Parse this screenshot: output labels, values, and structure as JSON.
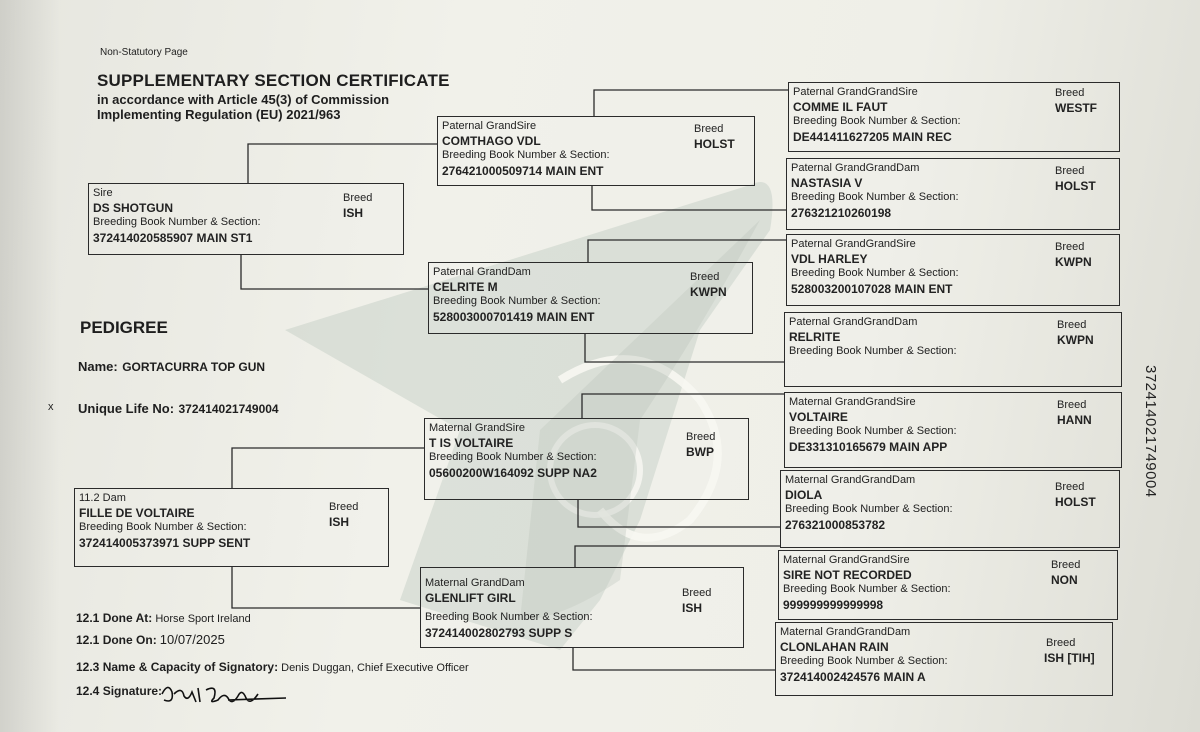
{
  "header": {
    "non_statutory": "Non-Statutory Page",
    "title": "SUPPLEMENTARY SECTION CERTIFICATE",
    "subtitle_line1": "in accordance with Article 45(3) of Commission",
    "subtitle_line2": "Implementing Regulation (EU) 2021/963"
  },
  "horse": {
    "pedigree_label": "PEDIGREE",
    "name_label": "Name:",
    "name": "GORTACURRA TOP GUN",
    "ulu_label": "Unique Life No:",
    "ulu": "372414021749004",
    "side_ulu": "372414021749004",
    "margin_mark": "x"
  },
  "common": {
    "breed_label": "Breed",
    "book_label": "Breeding Book Number & Section:"
  },
  "sire": {
    "role": "Sire",
    "name": "DS SHOTGUN",
    "breed": "ISH",
    "book": "372414020585907 MAIN ST1"
  },
  "dam": {
    "role": "11.2 Dam",
    "name": "FILLE DE VOLTAIRE",
    "breed": "ISH",
    "book": "372414005373971 SUPP SENT"
  },
  "paternal_grandsire": {
    "role": "Paternal GrandSire",
    "name": "COMTHAGO VDL",
    "breed": "HOLST",
    "book": "276421000509714 MAIN ENT"
  },
  "paternal_granddam": {
    "role": "Paternal GrandDam",
    "name": "CELRITE M",
    "breed": "KWPN",
    "book": "528003000701419 MAIN ENT"
  },
  "maternal_grandsire": {
    "role": "Maternal GrandSire",
    "name": "T IS VOLTAIRE",
    "breed": "BWP",
    "book": "05600200W164092 SUPP NA2"
  },
  "maternal_granddam": {
    "role": "Maternal GrandDam",
    "name": "GLENLIFT GIRL",
    "breed": "ISH",
    "book": "372414002802793 SUPP S"
  },
  "ggp": [
    {
      "role": "Paternal GrandGrandSire",
      "name": "COMME IL FAUT",
      "breed": "WESTF",
      "book": "DE441411627205 MAIN REC"
    },
    {
      "role": "Paternal GrandGrandDam",
      "name": "NASTASIA V",
      "breed": "HOLST",
      "book": "276321210260198"
    },
    {
      "role": "Paternal GrandGrandSire",
      "name": "VDL HARLEY",
      "breed": "KWPN",
      "book": "528003200107028 MAIN ENT"
    },
    {
      "role": "Paternal GrandGrandDam",
      "name": "RELRITE",
      "breed": "KWPN",
      "book": ""
    },
    {
      "role": "Maternal GrandGrandSire",
      "name": "VOLTAIRE",
      "breed": "HANN",
      "book": "DE331310165679 MAIN APP"
    },
    {
      "role": "Maternal GrandGrandDam",
      "name": "DIOLA",
      "breed": "HOLST",
      "book": "276321000853782"
    },
    {
      "role": "Maternal GrandGrandSire",
      "name": "SIRE NOT RECORDED",
      "breed": "NON",
      "book": "999999999999998"
    },
    {
      "role": "Maternal GrandGrandDam",
      "name": "CLONLAHAN RAIN",
      "breed": "ISH [TIH]",
      "book": "372414002424576 MAIN A"
    }
  ],
  "footer": {
    "done_at_label": "12.1 Done At:",
    "done_at": "Horse Sport Ireland",
    "done_on_label": "12.1 Done On:",
    "done_on": "10/07/2025",
    "signatory_label": "12.3 Name & Capacity of Signatory:",
    "signatory": "Denis Duggan, Chief Executive Officer",
    "signature_label": "12.4 Signature:",
    "signature_text": "Denis Duggan"
  }
}
